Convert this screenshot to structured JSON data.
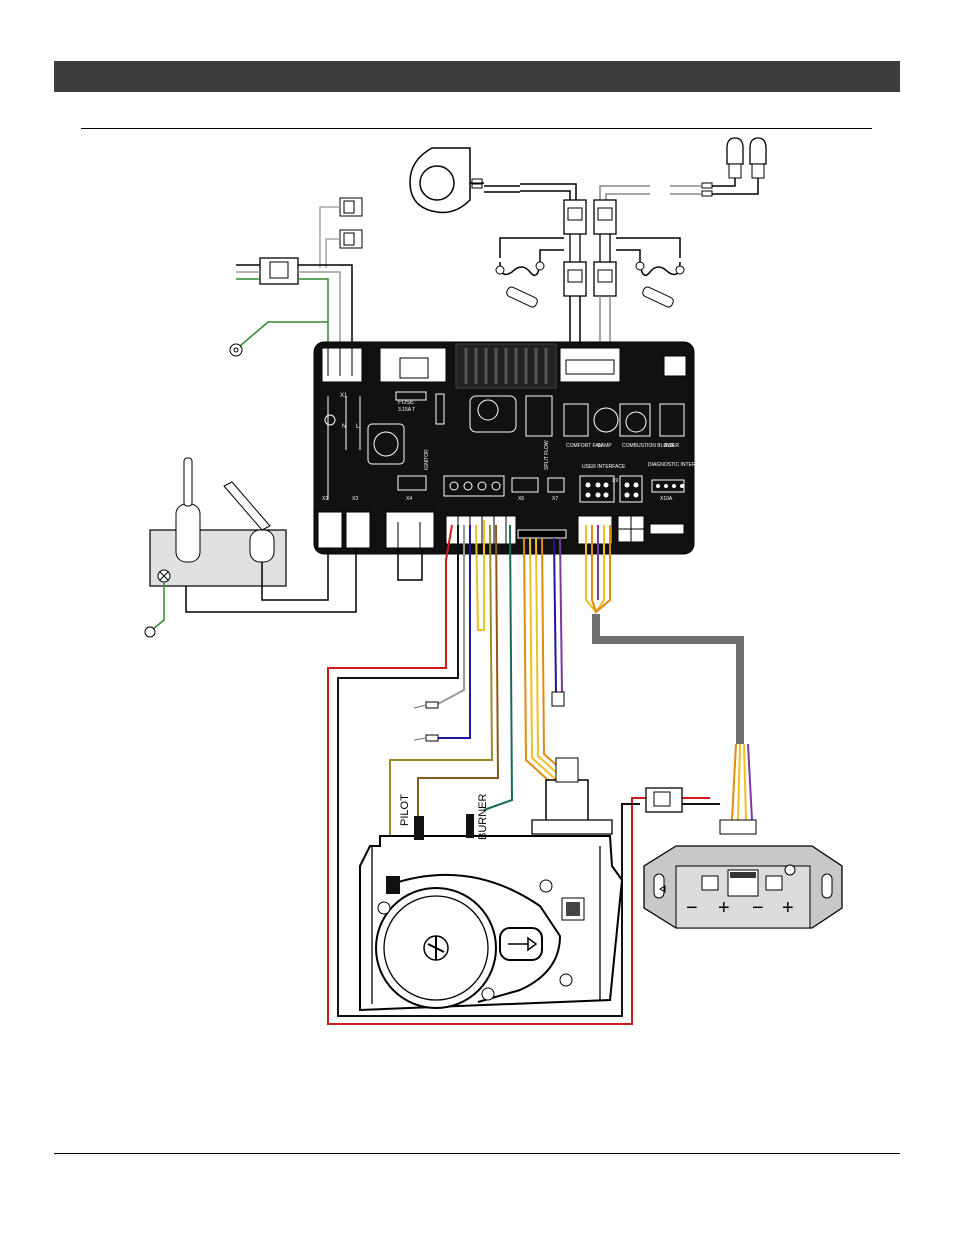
{
  "page": {
    "header_bar_color": "#3d3d3d"
  },
  "control_board": {
    "fuse_label": "FUSE",
    "fuse_rating": "3.15A T",
    "terminal_x1": "X1",
    "terminal_x2": "X2",
    "terminal_x3": "X3",
    "terminal_x4": "X4",
    "terminal_x6": "X6",
    "terminal_x7": "X7",
    "terminal_x9": "X9",
    "terminal_x10a": "X10A",
    "label_n": "N",
    "label_l": "L",
    "ignitor": "IGNITOR",
    "split_flow": "SPLIT FLOW",
    "comfort_fan": "COMFORT\nFAN",
    "lamp": "LAMP",
    "combustion_blower": "COMBUSTION\nBLOWER",
    "aux": "AUX",
    "user_interface": "USER\nINTERFACE",
    "diagnostic_interface": "DIAGNOSTIC\nINTERFACE",
    "board_color": "#111111"
  },
  "valve": {
    "pilot_label": "PILOT",
    "burner_label": "BURNER"
  },
  "user_interface_panel": {
    "minus_1": "−",
    "plus_1": "+",
    "minus_2": "−",
    "plus_2": "+"
  },
  "wire_colors": {
    "red": "#d11a1a",
    "black": "#111111",
    "white": "#b0b0b0",
    "green": "#2e8b2e",
    "blue": "#1a1aa0",
    "yellow": "#f0c020",
    "orange": "#e08a10",
    "brown": "#8a5a1a",
    "olive": "#9a8a2a",
    "teal": "#1a6a5a",
    "purple": "#7a3aa0",
    "gray_cable": "#6e6e6e"
  }
}
